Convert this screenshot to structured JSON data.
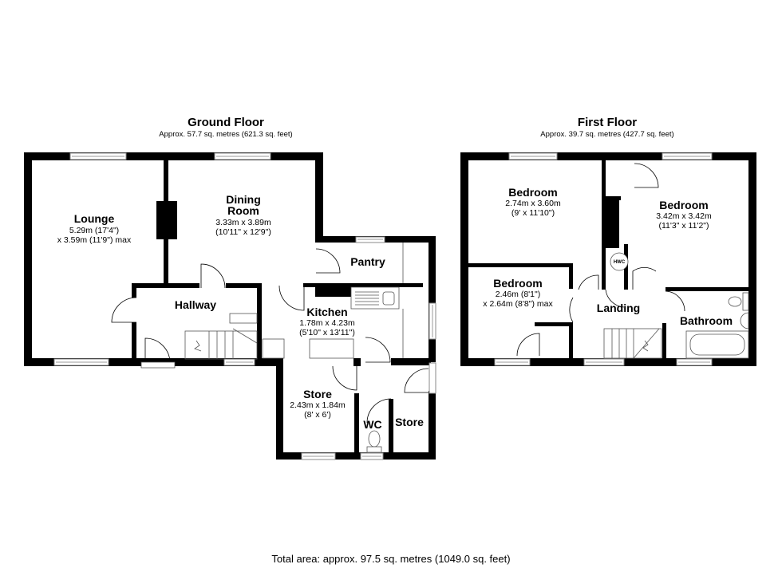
{
  "ground_floor": {
    "title": "Ground Floor",
    "area": "Approx. 57.7 sq. metres (621.3 sq. feet)",
    "rooms": {
      "lounge": {
        "name": "Lounge",
        "dim1": "5.29m (17'4\")",
        "dim2": "x 3.59m (11'9\") max"
      },
      "dining": {
        "name1": "Dining",
        "name2": "Room",
        "dim1": "3.33m x 3.89m",
        "dim2": "(10'11\" x 12'9\")"
      },
      "pantry": {
        "name": "Pantry"
      },
      "hallway": {
        "name": "Hallway"
      },
      "kitchen": {
        "name": "Kitchen",
        "dim1": "1.78m x 4.23m",
        "dim2": "(5'10\" x 13'11\")"
      },
      "store": {
        "name": "Store",
        "dim1": "2.43m x 1.84m",
        "dim2": "(8' x 6')"
      },
      "wc": {
        "name": "WC"
      },
      "store2": {
        "name": "Store"
      }
    }
  },
  "first_floor": {
    "title": "First Floor",
    "area": "Approx. 39.7 sq. metres (427.7 sq. feet)",
    "rooms": {
      "bedroom1": {
        "name": "Bedroom",
        "dim1": "2.74m x 3.60m",
        "dim2": "(9' x 11'10\")"
      },
      "bedroom2": {
        "name": "Bedroom",
        "dim1": "3.42m x 3.42m",
        "dim2": "(11'3\" x 11'2\")"
      },
      "bedroom3": {
        "name": "Bedroom",
        "dim1": "2.46m (8'1\")",
        "dim2": "x 2.64m (8'8\") max"
      },
      "landing": {
        "name": "Landing"
      },
      "bathroom": {
        "name": "Bathroom"
      },
      "hwc": {
        "name": "HWC"
      }
    }
  },
  "total_area": "Total area: approx. 97.5 sq. metres (1049.0 sq. feet)"
}
